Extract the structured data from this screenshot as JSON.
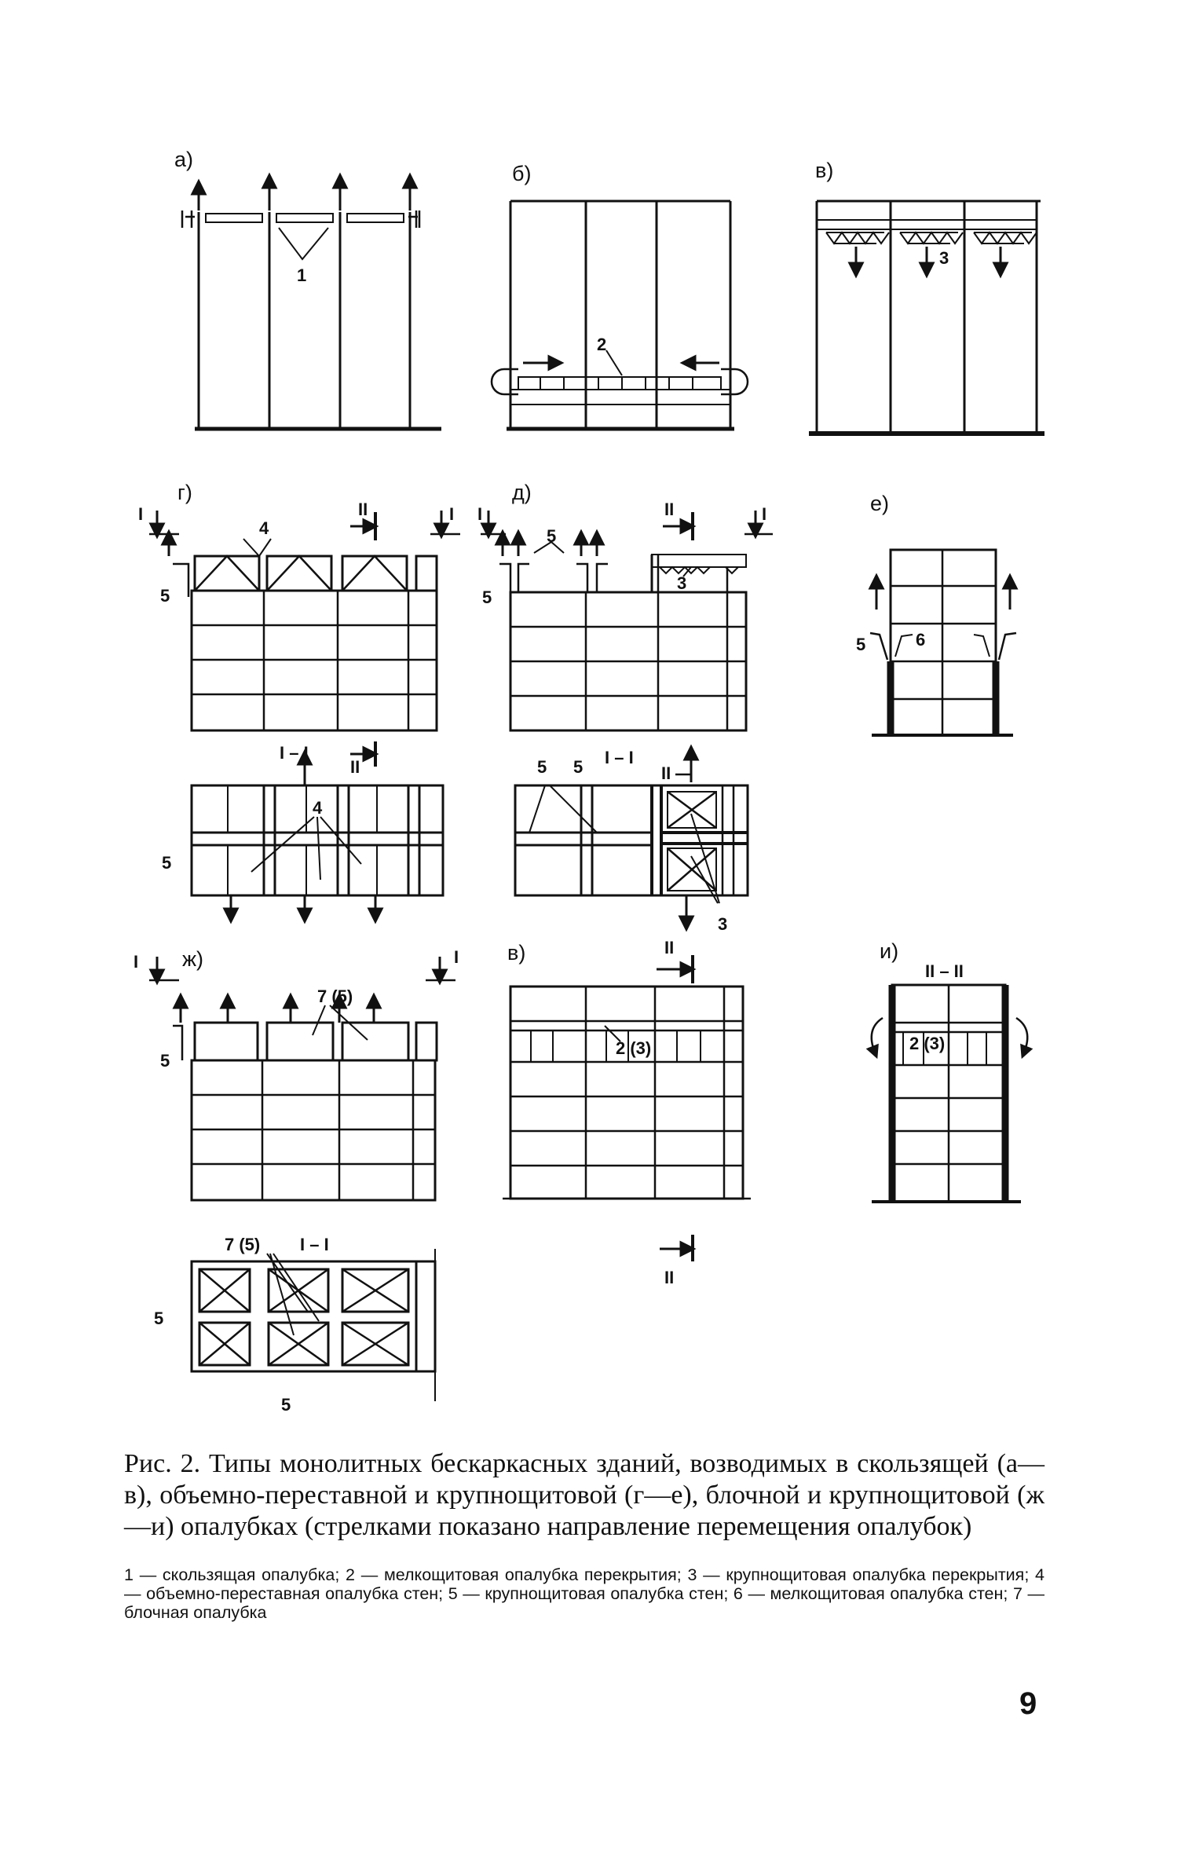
{
  "figure": {
    "panel_labels": {
      "a": "а)",
      "b": "б)",
      "v": "в)",
      "g": "г)",
      "d": "д)",
      "e": "е)",
      "zh": "ж)",
      "v2": "в)",
      "i": "и)"
    },
    "callouts": {
      "n1": "1",
      "n2": "2",
      "n3": "3",
      "n4": "4",
      "n5": "5",
      "n6": "6",
      "n7_5": "7 (5)",
      "n2_3": "2 (3)"
    },
    "section_marks": {
      "I": "I",
      "II": "II",
      "I_I": "I – I",
      "II_II": "II – II"
    }
  },
  "caption": {
    "main": "Рис. 2. Типы монолитных бескаркасных зданий, возводимых в скользящей (а—в), объемно-переставной и крупнощитовой (г—е), блочной и крупнощитовой (ж—и) опалубках (стрелками показано направление перемещения опалубок)",
    "legend": "1 — скользящая опалубка; 2 — мелкощитовая опалубка перекрытия; 3 — крупнощитовая опалубка перекрытия; 4 — объемно-переставная опалубка стен; 5 — крупнощитовая опалубка стен; 6 — мелкощитовая опалубка стен; 7 — блочная опалубка"
  },
  "page_number": "9"
}
